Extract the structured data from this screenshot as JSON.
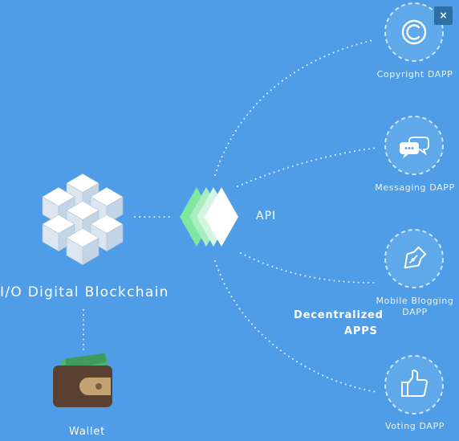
{
  "diagram": {
    "center_label": "API",
    "blockchain_label": "I/O Digital Blockchain",
    "group_label_line1": "Decentralized",
    "group_label_line2": "APPS",
    "wallet_label": "Wallet",
    "apps": [
      {
        "label": "Copyright DAPP",
        "icon": "copyright-icon"
      },
      {
        "label": "Messaging DAPP",
        "icon": "chat-bubbles-icon"
      },
      {
        "label_line1": "Mobile Blogging",
        "label_line2": "DAPP",
        "icon": "pen-nib-icon"
      },
      {
        "label": "Voting DAPP",
        "icon": "thumbs-up-icon"
      }
    ]
  },
  "close_button": {
    "symbol": "×",
    "icon": "close-icon"
  },
  "colors": {
    "background": "#4f9de6",
    "app_circle_fill": "#5fa9ea",
    "api_layer_colors": [
      "#7fe7a0",
      "#c5f0d6",
      "#ffffff"
    ],
    "wallet_body": "#5a4031",
    "wallet_money": "#4fb36f",
    "cube_color": "#f1f6fb"
  }
}
